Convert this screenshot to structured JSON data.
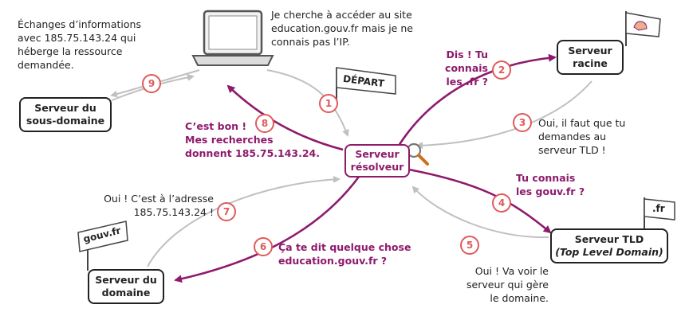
{
  "colors": {
    "accent": "#8e1a6c",
    "step": "#e05a5a",
    "arrow_grey": "#c0c0c0",
    "text": "#222222"
  },
  "icons": [
    "laptop-icon",
    "magnifier-icon",
    "flexed-arm-icon"
  ],
  "nodes": {
    "resolver": [
      "Serveur",
      "résolveur"
    ],
    "root": [
      "Serveur",
      "racine"
    ],
    "tld": [
      "Serveur TLD",
      "(Top Level Domain)"
    ],
    "domain": [
      "Serveur du",
      "domaine"
    ],
    "subdomain": [
      "Serveur du",
      "sous-domaine"
    ]
  },
  "flags": {
    "depart": "DÉPART",
    "fr": ".fr",
    "gouv": "gouv.fr"
  },
  "texts": {
    "laptop_query": "Je cherche à accéder au site\neducation.gouv.fr mais je ne\nconnais pas l’IP.",
    "exchange": "Échanges d’informations\navec 185.75.143.24 qui\nhéberge la ressource\ndemandée.",
    "q_root": "Dis ! Tu connais\nles .fr ?",
    "a_root": "Oui, il faut que tu\ndemandes au\nserveur TLD !",
    "q_tld": "Tu connais\nles gouv.fr ?",
    "a_tld": "Oui ! Va voir le\nserveur qui gère\nle domaine.",
    "q_domain": "Ça te dit quelque chose\neducation.gouv.fr ?",
    "a_domain": "Oui ! C’est à l’adresse\n185.75.143.24 !",
    "result": "C’est bon !\nMes recherches\ndonnent 185.75.143.24."
  },
  "steps": [
    "1",
    "2",
    "3",
    "4",
    "5",
    "6",
    "7",
    "8",
    "9"
  ]
}
